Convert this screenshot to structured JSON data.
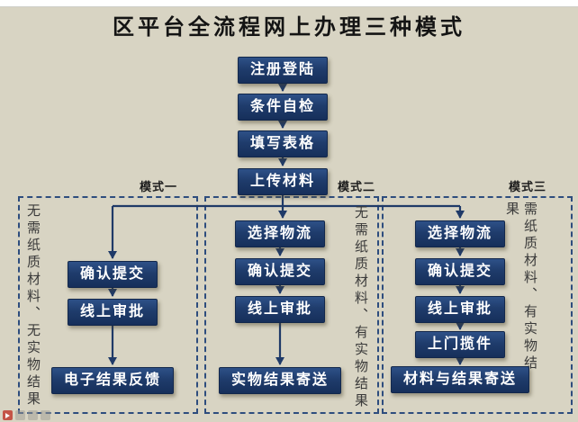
{
  "title": "区平台全流程网上办理三种模式",
  "common_steps": [
    "注册登陆",
    "条件自检",
    "填写表格",
    "上传材料"
  ],
  "modes": [
    {
      "label": "模式一",
      "side_note": "无需纸质材料、无实物结果",
      "steps": [
        "确认提交",
        "线上审批",
        "电子结果反馈"
      ]
    },
    {
      "label": "模式二",
      "side_note": "无需纸质材料、有实物结果",
      "steps": [
        "选择物流",
        "确认提交",
        "线上审批",
        "实物结果寄送"
      ]
    },
    {
      "label": "模式三",
      "side_note": "需纸质材料、有实物结果",
      "steps": [
        "选择物流",
        "确认提交",
        "线上审批",
        "上门揽件",
        "材料与结果寄送"
      ]
    }
  ],
  "colors": {
    "background": "#d8d4c3",
    "node": "#1f3c6c",
    "arrow": "#1f3a68",
    "dashed_frame": "#2e4d7e",
    "title_text": "#141414"
  },
  "footer_toolbar": {
    "icons": [
      "play-icon",
      "pen-icon",
      "prev-slide-icon",
      "next-slide-icon"
    ]
  }
}
